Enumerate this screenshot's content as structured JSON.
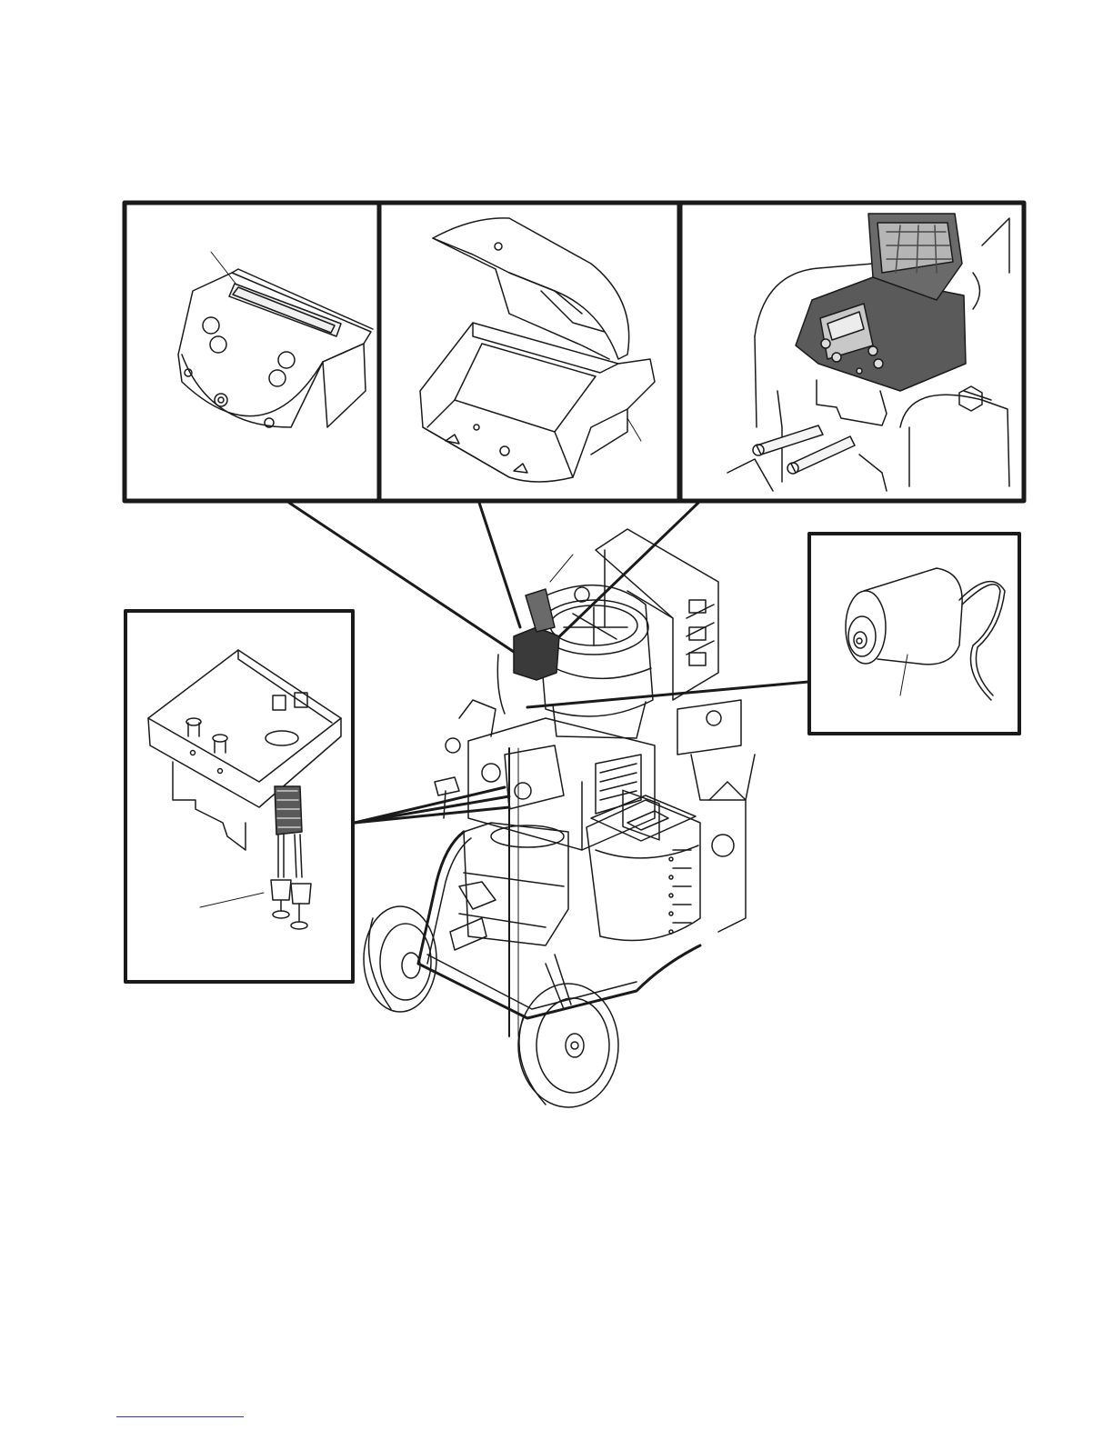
{
  "figure": {
    "callouts": [
      {
        "id": "display-module"
      },
      {
        "id": "control-box"
      },
      {
        "id": "installed-display"
      },
      {
        "id": "temperature-sensor"
      },
      {
        "id": "pressure-transducer-bracket"
      }
    ]
  },
  "colors": {
    "ink": "#1a1a1a",
    "panel_border": "#1a1a1a",
    "dark_fill": "#4a4a4a",
    "footer_rule": "#2c3ea8"
  }
}
